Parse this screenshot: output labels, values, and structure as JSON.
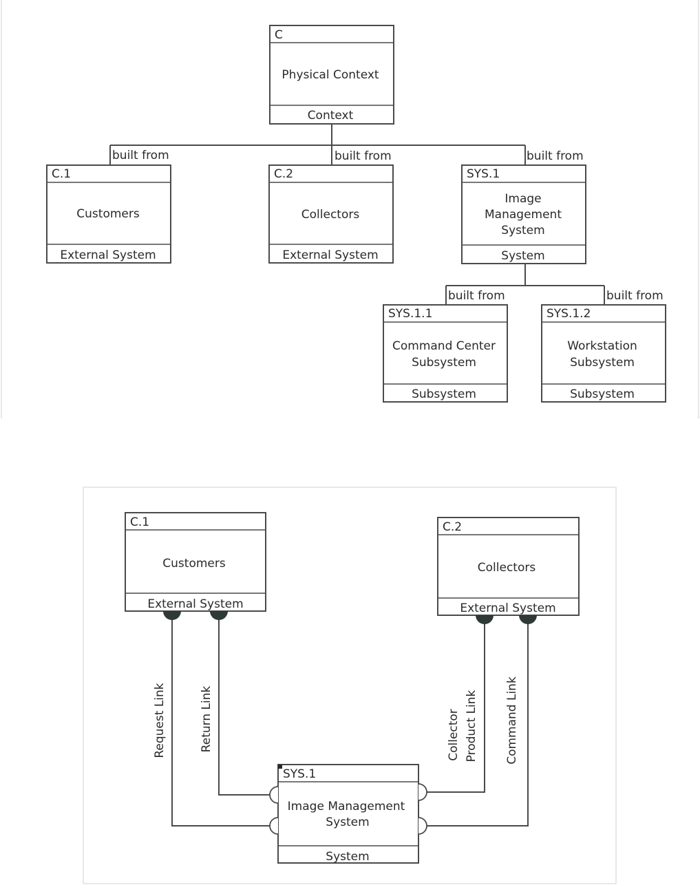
{
  "hierarchy": {
    "root": {
      "id": "C",
      "name": "Physical Context",
      "type": "Context"
    },
    "children": [
      {
        "id": "C.1",
        "name": "Customers",
        "type": "External System"
      },
      {
        "id": "C.2",
        "name": "Collectors",
        "type": "External System"
      },
      {
        "id": "SYS.1",
        "name_lines": [
          "Image",
          "Management",
          "System"
        ],
        "type": "System"
      }
    ],
    "subsystems": [
      {
        "id": "SYS.1.1",
        "name_lines": [
          "Command Center",
          "Subsystem"
        ],
        "type": "Subsystem"
      },
      {
        "id": "SYS.1.2",
        "name_lines": [
          "Workstation",
          "Subsystem"
        ],
        "type": "Subsystem"
      }
    ],
    "relation_label": "built from"
  },
  "interfaces": {
    "customers": {
      "id": "C.1",
      "name": "Customers",
      "type": "External System"
    },
    "collectors": {
      "id": "C.2",
      "name": "Collectors",
      "type": "External System"
    },
    "system": {
      "id": "SYS.1",
      "name_lines": [
        "Image Management",
        "System"
      ],
      "type": "System"
    },
    "links": {
      "request": "Request Link",
      "return": "Return Link",
      "collector_product": [
        "Collector",
        "Product Link"
      ],
      "command": "Command Link"
    }
  }
}
